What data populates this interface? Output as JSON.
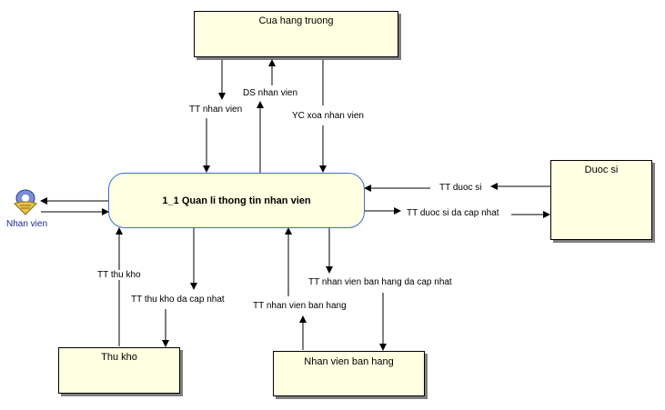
{
  "process": {
    "name": "1_1 Quan li thong tin nhan vien"
  },
  "entities": {
    "cua_hang_truong": "Cua hang truong",
    "duoc_si": "Duoc si",
    "thu_kho": "Thu kho",
    "nhan_vien_ban_hang": "Nhan vien ban hang"
  },
  "actor": {
    "label": "Nhan vien"
  },
  "flows": {
    "ds_nhan_vien": "DS nhan vien",
    "tt_nhan_vien": "TT nhan vien",
    "yc_xoa_nhan_vien": "YC xoa nhan vien",
    "tt_duoc_si": "TT duoc si",
    "tt_duoc_si_da_cap_nhat": "TT duoc si da cap nhat",
    "tt_thu_kho": "TT thu kho",
    "tt_thu_kho_da_cap_nhat": "TT thu kho da cap nhat",
    "tt_nhan_vien_ban_hang": "TT nhan vien ban hang",
    "tt_nhan_vien_ban_hang_da_cap_nhat": "TT nhan vien ban hang da cap nhat"
  },
  "colors": {
    "box_fill": "#ffffe1",
    "process_border": "#3b6fd6",
    "actor_label": "#1b2a8c"
  }
}
